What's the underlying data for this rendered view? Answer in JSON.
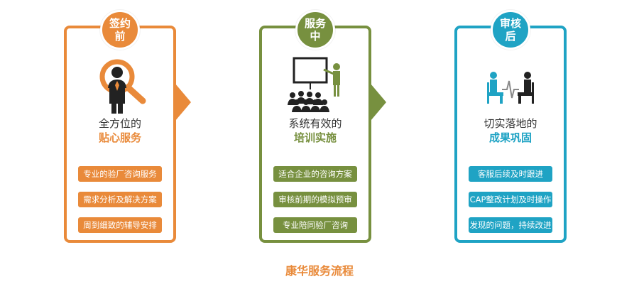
{
  "colors": {
    "stage1": "#e98a3a",
    "stage2": "#77903f",
    "stage3": "#1fa3c4"
  },
  "stages": [
    {
      "badge": [
        "签约",
        "前"
      ],
      "icon": "magnifier-person-icon",
      "heading1": "全方位的",
      "heading2": "贴心服务",
      "items": [
        "专业的验厂咨询服务",
        "需求分析及解决方案",
        "周到细致的辅导安排"
      ]
    },
    {
      "badge": [
        "服务",
        "中"
      ],
      "icon": "training-presentation-icon",
      "heading1": "系统有效的",
      "heading2": "培训实施",
      "items": [
        "适合企业的咨询方案",
        "审核前期的模拟预审",
        "专业陪同验厂咨询"
      ]
    },
    {
      "badge": [
        "审核",
        "后"
      ],
      "icon": "consultation-meeting-icon",
      "heading1": "切实落地的",
      "heading2": "成果巩固",
      "items": [
        "客服后续及时跟进",
        "CAP整改计划及时操作",
        "发现的问题，持续改进"
      ]
    }
  ],
  "caption": "康华服务流程"
}
